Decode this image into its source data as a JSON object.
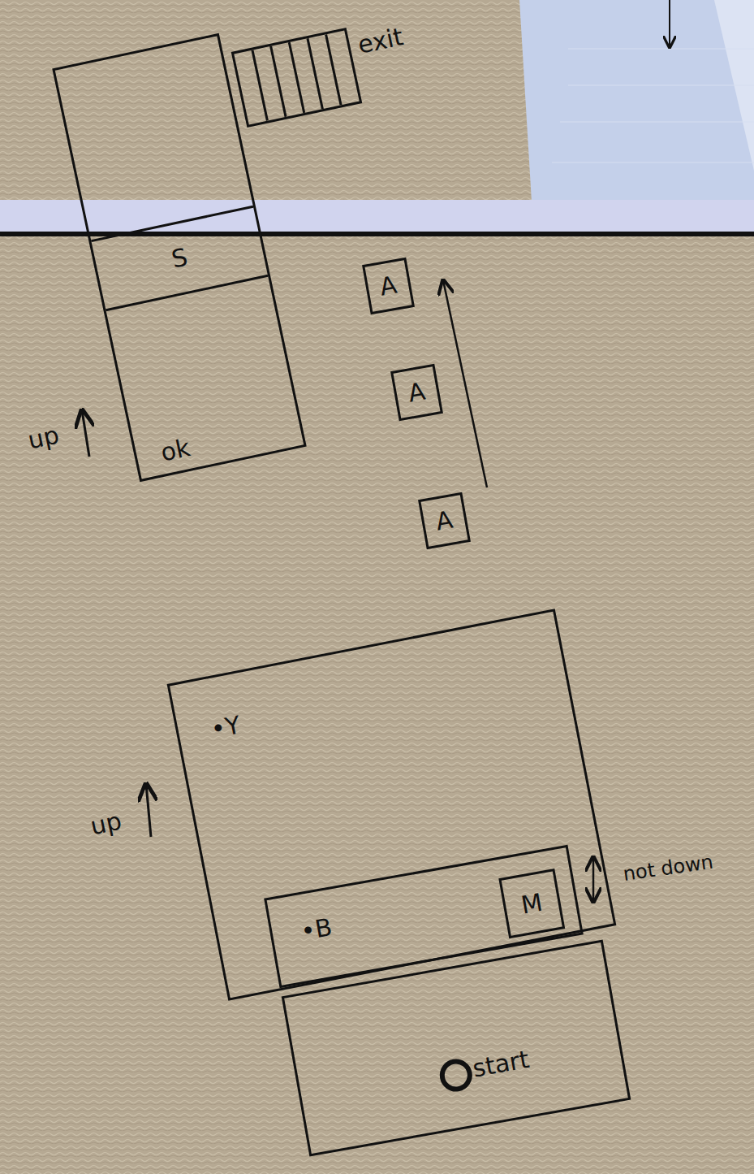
{
  "diagram": {
    "nodes": [
      {
        "text": [
          "ok"
        ]
      },
      {
        "text": [
          "S"
        ],
        "in": 0
      },
      {
        "text": [
          "exit"
        ]
      },
      {
        "text": [
          "A"
        ]
      },
      {
        "text": [
          "A"
        ]
      },
      {
        "text": [
          "A"
        ]
      },
      {
        "text": [
          "•Y"
        ]
      },
      {
        "text": [
          "•B"
        ]
      },
      {
        "text": [
          "M"
        ],
        "in": 7
      },
      {
        "text": [
          "start"
        ]
      }
    ],
    "labels": [
      "up",
      "up",
      "not down"
    ]
  }
}
